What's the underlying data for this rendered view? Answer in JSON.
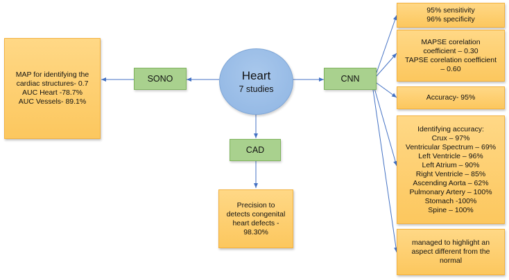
{
  "center": {
    "title": "Heart",
    "subtitle": "7 studies"
  },
  "methods": {
    "sono": "SONO",
    "cnn": "CNN",
    "cad": "CAD"
  },
  "sono_result": {
    "lines": [
      "MAP for identifying the",
      "cardiac structures- 0.7",
      "AUC Heart -78.7%",
      "AUC Vessels- 89.1%"
    ]
  },
  "cad_result": {
    "lines": [
      "Precision to",
      "detects congenital",
      "heart defects -",
      "98.30%"
    ]
  },
  "cnn_results": [
    {
      "lines": [
        "95% sensitivity",
        "96% specificity"
      ]
    },
    {
      "lines": [
        "MAPSE corelation",
        "coefficient – 0.30",
        "TAPSE corelation coefficient",
        "– 0.60"
      ]
    },
    {
      "lines": [
        "Accuracy- 95%"
      ]
    },
    {
      "lines": [
        "Identifying accuracy:",
        "Crux – 97%",
        "Ventricular Spectrum – 69%",
        "Left Ventricle – 96%",
        "Left Atrium – 90%",
        "Right Ventricle – 85%",
        "Ascending Aorta – 62%",
        "Pulmonary Artery – 100%",
        "Stomach -100%",
        "Spine – 100%"
      ]
    },
    {
      "lines": [
        "managed to highlight an",
        "aspect different from the",
        "normal"
      ]
    }
  ]
}
